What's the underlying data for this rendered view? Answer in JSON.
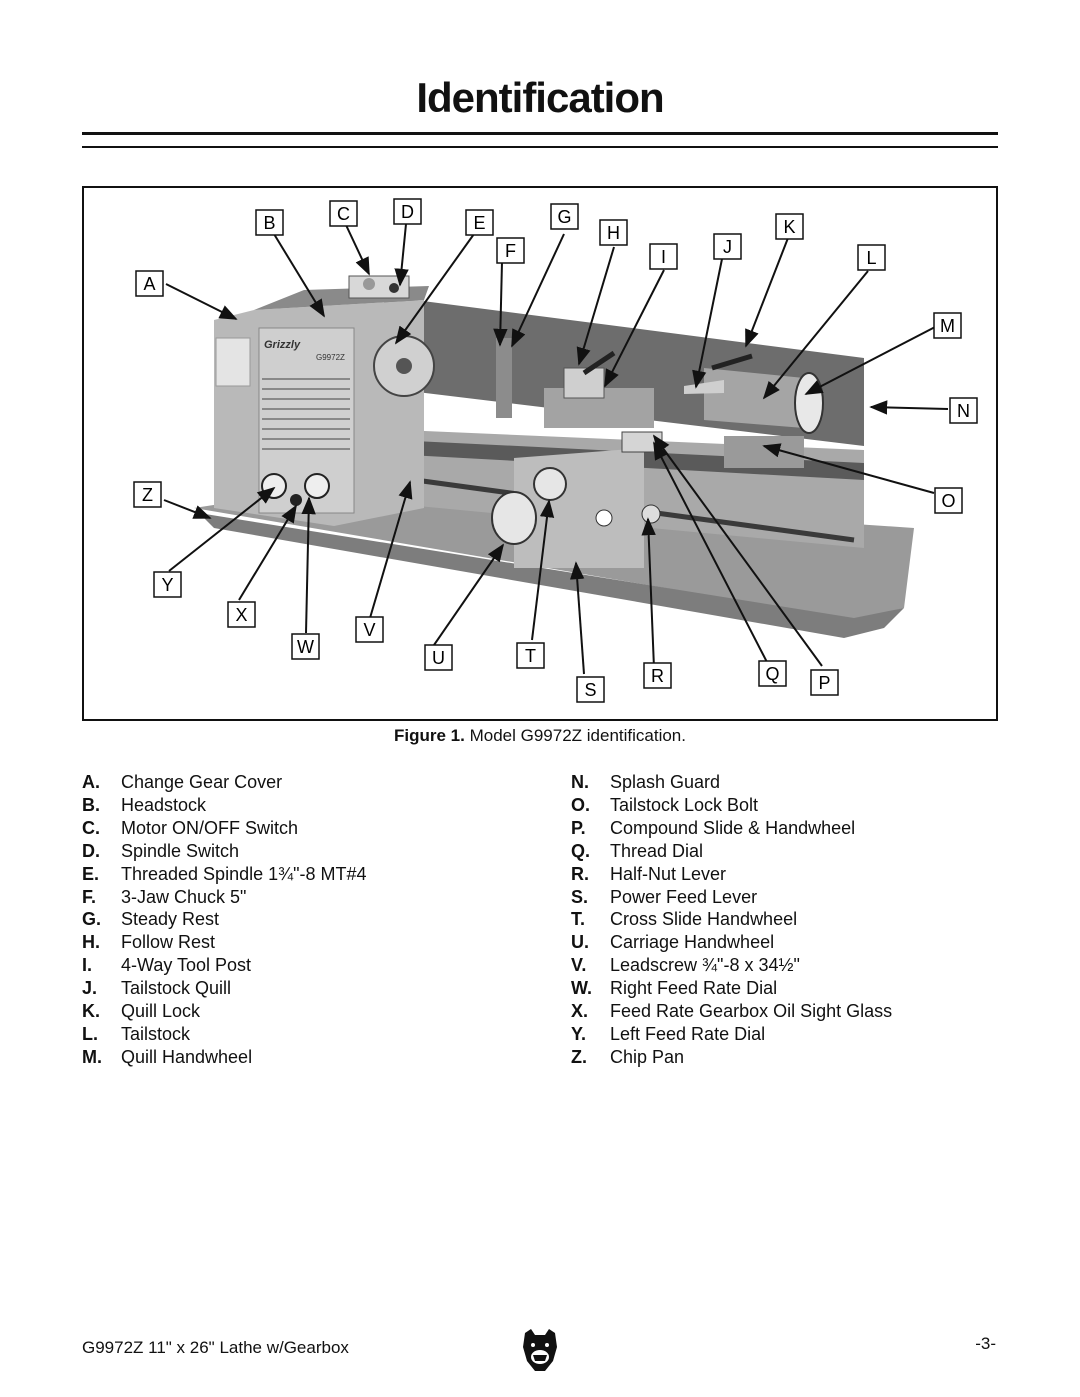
{
  "page": {
    "title": "Identification"
  },
  "figure": {
    "caption_bold": "Figure 1.",
    "caption_text": " Model G9972Z identification.",
    "machine_brand": "Grizzly",
    "machine_model": "G9972Z",
    "callout_letters": [
      "A",
      "B",
      "C",
      "D",
      "E",
      "F",
      "G",
      "H",
      "I",
      "J",
      "K",
      "L",
      "M",
      "N",
      "O",
      "P",
      "Q",
      "R",
      "S",
      "T",
      "U",
      "V",
      "W",
      "X",
      "Y",
      "Z"
    ]
  },
  "legend": {
    "left": [
      {
        "key": "A.",
        "label": "Change Gear Cover"
      },
      {
        "key": "B.",
        "label": "Headstock"
      },
      {
        "key": "C.",
        "label": "Motor ON/OFF Switch"
      },
      {
        "key": "D.",
        "label": "Spindle Switch"
      },
      {
        "key": "E.",
        "label": "Threaded Spindle 1¾\"-8 MT#4"
      },
      {
        "key": "F.",
        "label": "3-Jaw Chuck 5\""
      },
      {
        "key": "G.",
        "label": "Steady Rest"
      },
      {
        "key": "H.",
        "label": "Follow Rest"
      },
      {
        "key": "I.",
        "label": "4-Way Tool Post"
      },
      {
        "key": "J.",
        "label": "Tailstock Quill"
      },
      {
        "key": "K.",
        "label": "Quill Lock"
      },
      {
        "key": "L.",
        "label": "Tailstock"
      },
      {
        "key": "M.",
        "label": "Quill Handwheel"
      }
    ],
    "right": [
      {
        "key": "N.",
        "label": "Splash Guard"
      },
      {
        "key": "O.",
        "label": "Tailstock Lock Bolt"
      },
      {
        "key": "P.",
        "label": "Compound Slide & Handwheel"
      },
      {
        "key": "Q.",
        "label": "Thread Dial"
      },
      {
        "key": "R.",
        "label": "Half-Nut Lever"
      },
      {
        "key": "S.",
        "label": "Power Feed Lever"
      },
      {
        "key": "T.",
        "label": "Cross Slide Handwheel"
      },
      {
        "key": "U.",
        "label": "Carriage Handwheel"
      },
      {
        "key": "V.",
        "label": "Leadscrew ¾\"-8 x 34½\""
      },
      {
        "key": "W.",
        "label": "Right Feed Rate Dial"
      },
      {
        "key": "X.",
        "label": "Feed Rate Gearbox Oil Sight Glass"
      },
      {
        "key": "Y.",
        "label": "Left Feed Rate Dial"
      },
      {
        "key": "Z.",
        "label": "Chip Pan"
      }
    ]
  },
  "footer": {
    "left": "G9972Z 11\" x 26\" Lathe w/Gearbox",
    "right": "-3-",
    "logo_icon": "bear-head-icon"
  }
}
